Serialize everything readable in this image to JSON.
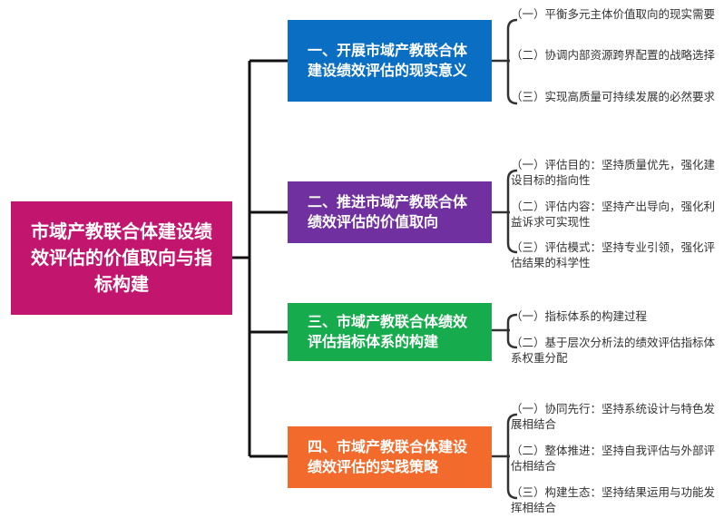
{
  "colors": {
    "root": "#c2166e",
    "b1": "#0a6fc2",
    "b2": "#7030a0",
    "b3": "#16ab4c",
    "b4": "#f26b2c",
    "line": "#111111"
  },
  "root": {
    "title": "市域产教联合体建设绩效评估的价值取向与指标构建"
  },
  "branches": [
    {
      "title": "一、开展市域产教联合体建设绩效评估的现实意义",
      "items": [
        "（一）平衡多元主体价值取向的现实需要",
        "（二）协调内部资源跨界配置的战略选择",
        "（三）实现高质量可持续发展的必然要求"
      ]
    },
    {
      "title": "二、推进市域产教联合体绩效评估的价值取向",
      "items": [
        "（一）评估目的：坚持质量优先，强化建设目标的指向性",
        "（二）评估内容：坚持产出导向，强化利益诉求可实现性",
        "（三）评估模式：坚持专业引领，强化评估结果的科学性"
      ]
    },
    {
      "title": "三、市域产教联合体绩效评估指标体系的构建",
      "items": [
        "（一）指标体系的构建过程",
        "（二）基于层次分析法的绩效评估指标体系权重分配"
      ]
    },
    {
      "title": "四、市域产教联合体建设绩效评估的实践策略",
      "items": [
        "（一）协同先行：坚持系统设计与特色发展相结合",
        "（二）整体推进：坚持自我评估与外部评估相结合",
        "（三）构建生态：坚持结果运用与功能发挥相结合"
      ]
    }
  ]
}
